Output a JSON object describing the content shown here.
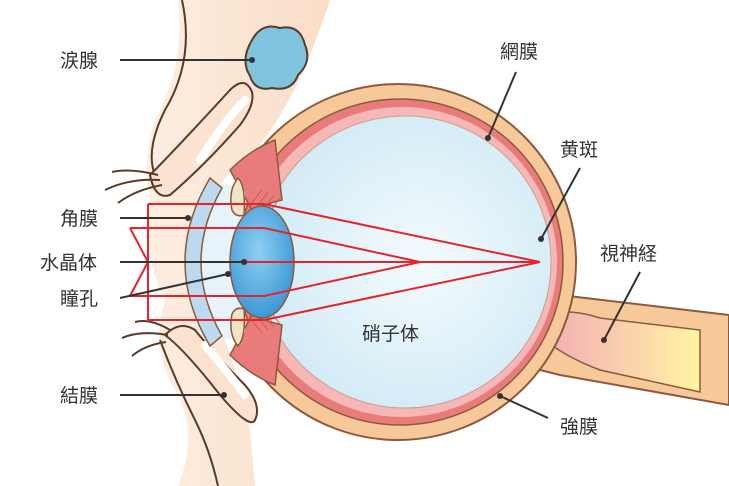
{
  "labels": {
    "lacrimal_gland": "涙腺",
    "cornea": "角膜",
    "lens": "水晶体",
    "pupil": "瞳孔",
    "conjunctiva": "結膜",
    "retina": "網膜",
    "macula": "黄斑",
    "optic_nerve": "視神経",
    "vitreous_body": "硝子体",
    "sclera": "強膜"
  },
  "colors": {
    "skin": "#fbe3cf",
    "skin_outline": "#5a3a2a",
    "sclera": "#f7c99a",
    "outline": "#8b5a3c",
    "retina_band": "#e97b7b",
    "retina_inner": "#f6b7b7",
    "vitreous": "#e2f2f9",
    "cornea": "#bcd9ef",
    "lens": "#4aa3dc",
    "light_rays": "#e3242b",
    "gland": "#7fc4de",
    "optic_nerve_pink": "#f4b0ba",
    "optic_nerve_yellow": "#fff3a0"
  }
}
